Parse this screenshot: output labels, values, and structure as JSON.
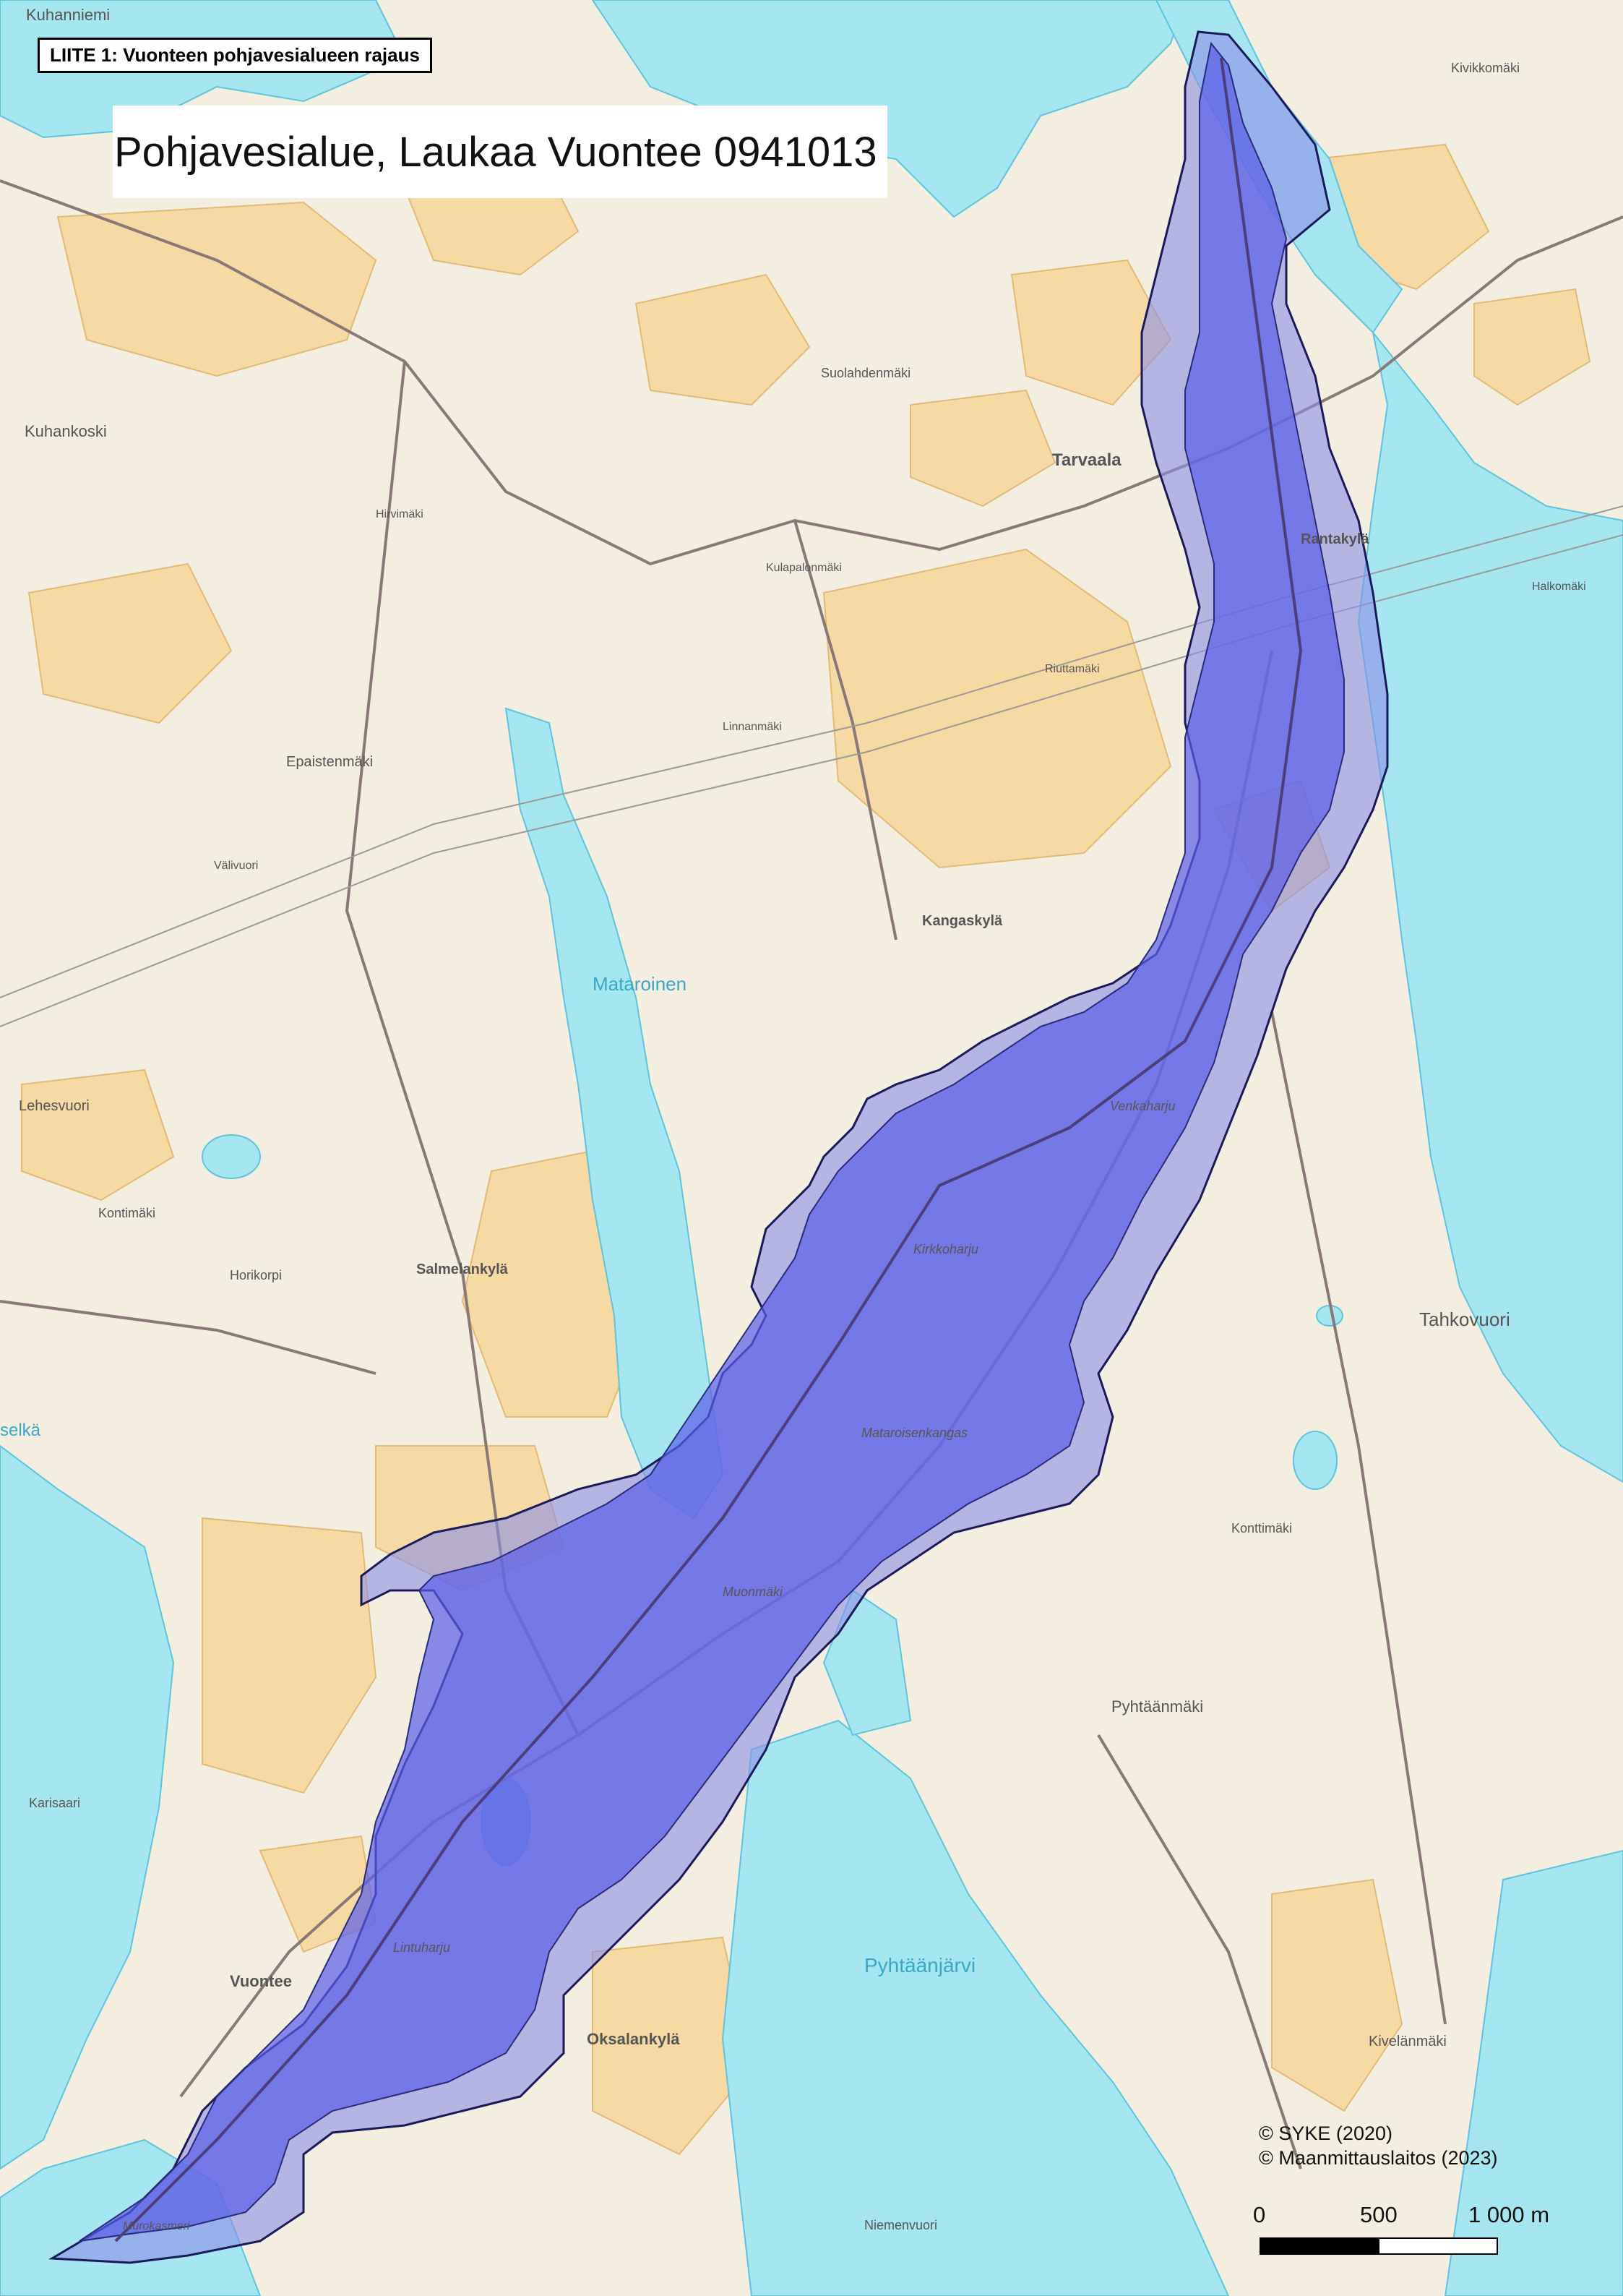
{
  "header": {
    "attachment_label": "LIITE 1: Vuonteen pohjavesialueen rajaus",
    "title": "Pohjavesialue, Laukaa Vuontee 0941013"
  },
  "colors": {
    "land": "#f3eedf",
    "fields": "#f6d9a3",
    "water": "#a6e6f0",
    "water_dark": "#6fd0e6",
    "aquifer_outer": "#8a8fe6",
    "aquifer_inner": "#5a5ee8",
    "aquifer_stroke": "#1a1a5a",
    "roads": "#7a6a6a"
  },
  "map_labels": [
    {
      "id": "kuhanniemi",
      "text": "Kuhanniemi"
    },
    {
      "id": "kuhankoski",
      "text": "Kuhankoski"
    },
    {
      "id": "tarvaala",
      "text": "Tarvaala"
    },
    {
      "id": "rantakyla",
      "text": "Rantakylä"
    },
    {
      "id": "kangaskyla",
      "text": "Kangaskylä"
    },
    {
      "id": "mataroinen",
      "text": "Mataroinen"
    },
    {
      "id": "salmelankyla",
      "text": "Salmelankylä"
    },
    {
      "id": "tahkovuori",
      "text": "Tahkovuori"
    },
    {
      "id": "vuontee",
      "text": "Vuontee"
    },
    {
      "id": "oksalankyla",
      "text": "Oksalankylä"
    },
    {
      "id": "pyhtaanjarvi",
      "text": "Pyhtäänjärvi"
    },
    {
      "id": "pyhtaanmaki",
      "text": "Pyhtäänmäki"
    },
    {
      "id": "kivelanmaki",
      "text": "Kivelänmäki"
    },
    {
      "id": "epaistenmaki",
      "text": "Epaistenmäki"
    },
    {
      "id": "lehesvuori",
      "text": "Lehesvuori"
    },
    {
      "id": "kohtuinmaki",
      "text": "Kontimäki"
    },
    {
      "id": "horikorpi",
      "text": "Horikorpi"
    },
    {
      "id": "valivuori",
      "text": "Välivuori"
    },
    {
      "id": "selka",
      "text": "selkä"
    },
    {
      "id": "karisaari",
      "text": "Karisaari"
    },
    {
      "id": "matarmisenkangas",
      "text": "Mataroisenkangas"
    },
    {
      "id": "kirkkoharju",
      "text": "Kirkkoharju"
    },
    {
      "id": "muonmaki",
      "text": "Muonmäki"
    },
    {
      "id": "lintuharju",
      "text": "Lintuharju"
    },
    {
      "id": "murokasmeri",
      "text": "Murokasmeri"
    },
    {
      "id": "venkaharju",
      "text": "Venkaharju"
    },
    {
      "id": "suolahdenmaki",
      "text": "Suolahdenmäki"
    },
    {
      "id": "kivikkomaki",
      "text": "Kivikkomäki"
    },
    {
      "id": "hirvimaki",
      "text": "Hirvimäki"
    },
    {
      "id": "kulapalonmaki",
      "text": "Kulapalonmäki"
    },
    {
      "id": "linnanmaki",
      "text": "Linnanmäki"
    },
    {
      "id": "riuttamaki",
      "text": "Riuttamäki"
    },
    {
      "id": "konttimaki",
      "text": "Konttimäki"
    },
    {
      "id": "halkomaki",
      "text": "Halkomäki"
    },
    {
      "id": "niemenvuori",
      "text": "Niemenvuori"
    }
  ],
  "attribution": {
    "syke": "© SYKE (2020)",
    "mml": "©  Maanmittauslaitos (2023)"
  },
  "scale_bar": {
    "label_0": "0",
    "label_500": "500",
    "label_1000": "1 000 m"
  }
}
